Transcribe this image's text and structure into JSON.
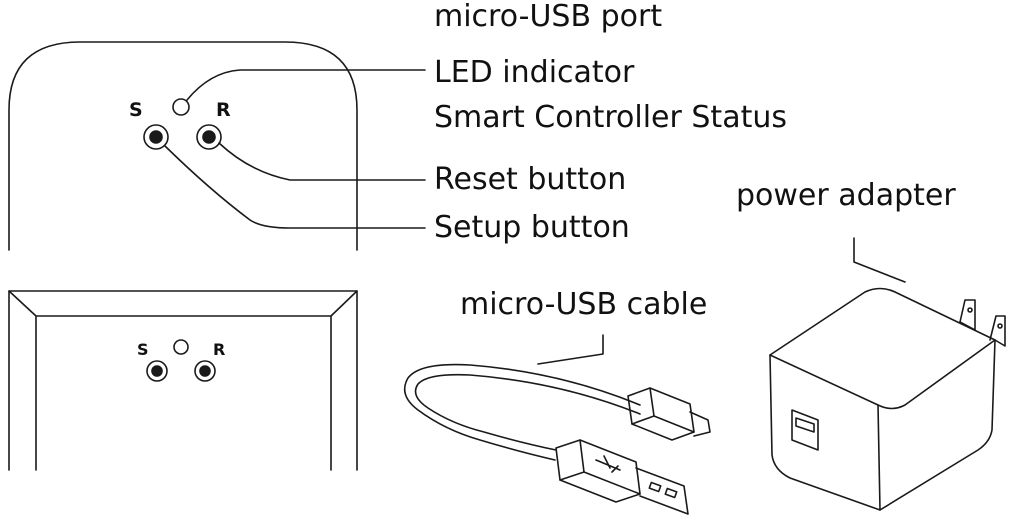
{
  "labels": {
    "micro_usb_port": "micro-USB port",
    "led_indicator": "LED indicator",
    "smart_controller_status": "Smart Controller Status",
    "reset_button": "Reset button",
    "setup_button": "Setup button",
    "power_adapter": "power adapter",
    "micro_usb_cable": "micro-USB cable"
  },
  "device_front": {
    "setup_letter": "S",
    "reset_letter": "R"
  },
  "device_bottom": {
    "setup_letter": "S",
    "reset_letter": "R"
  },
  "colors": {
    "line": "#1a1a1a",
    "background": "#ffffff"
  }
}
